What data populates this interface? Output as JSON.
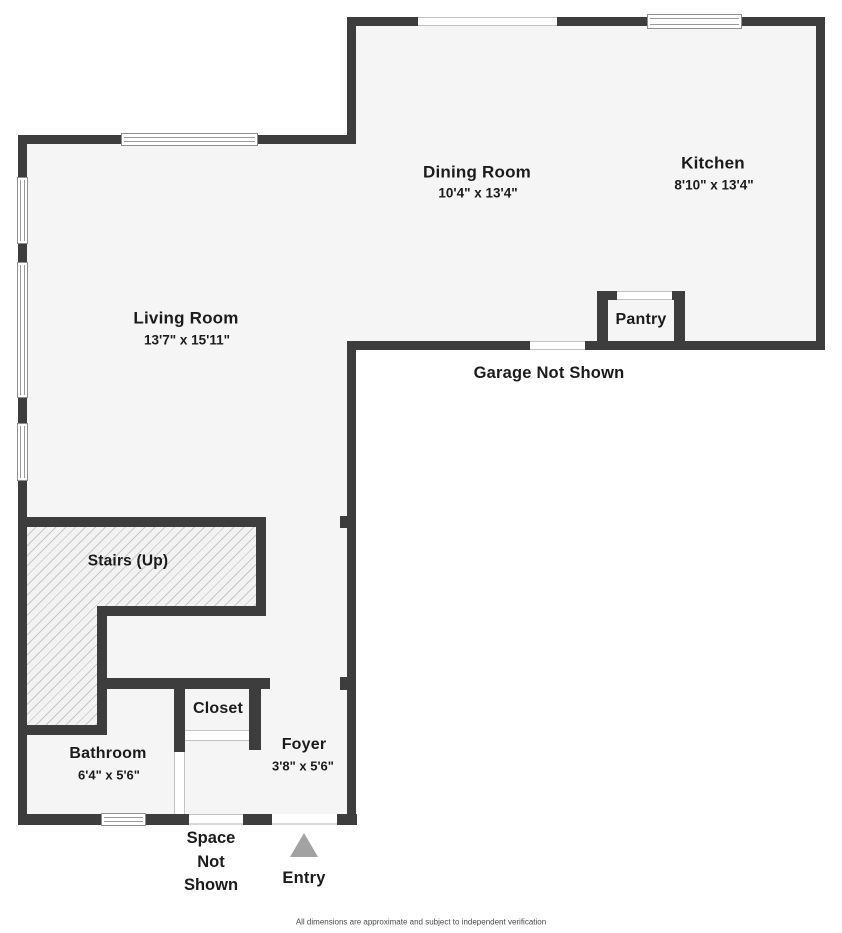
{
  "floorplan": {
    "rooms": {
      "living_room": {
        "name": "Living Room",
        "dims": "13'7\" x 15'11\""
      },
      "dining_room": {
        "name": "Dining Room",
        "dims": "10'4\" x 13'4\""
      },
      "kitchen": {
        "name": "Kitchen",
        "dims": "8'10\" x 13'4\""
      },
      "pantry": {
        "name": "Pantry"
      },
      "stairs": {
        "name": "Stairs (Up)"
      },
      "closet": {
        "name": "Closet"
      },
      "bathroom": {
        "name": "Bathroom",
        "dims": "6'4\" x 5'6\""
      },
      "foyer": {
        "name": "Foyer",
        "dims": "3'8\" x 5'6\""
      }
    },
    "annotations": {
      "garage": "Garage Not Shown",
      "space_line1": "Space",
      "space_line2": "Not",
      "space_line3": "Shown",
      "entry": "Entry"
    },
    "disclaimer": "All dimensions are approximate and subject to independent verification",
    "colors": {
      "wall": "#3d3d3d",
      "floor": "#f5f5f5",
      "hatch_line": "#c7c7c7",
      "entry_arrow": "#a2a2a2",
      "text": "#1b1b1b"
    }
  }
}
